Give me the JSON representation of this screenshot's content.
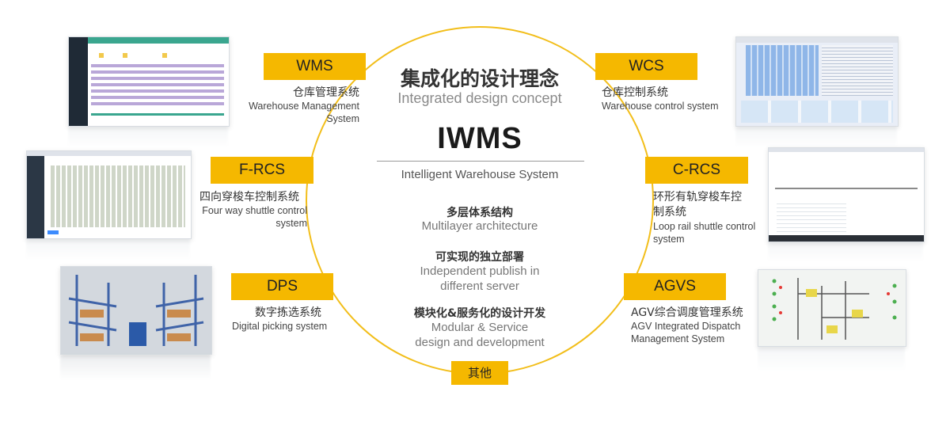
{
  "center": {
    "title_zh": "集成化的设计理念",
    "title_en": "Integrated design concept",
    "product": "IWMS",
    "product_full": "Intelligent Warehouse System",
    "features": [
      {
        "zh": "多层体系结构",
        "en": [
          "Multilayer architecture"
        ]
      },
      {
        "zh": "可实现的独立部署",
        "en": [
          "Independent publish in",
          "different server"
        ]
      },
      {
        "zh": "模块化&服务化的设计开发",
        "en": [
          "Modular & Service",
          "design and development"
        ]
      }
    ],
    "bottom_tag": "其他"
  },
  "modules": {
    "wms": {
      "tag": "WMS",
      "zh": "仓库管理系统",
      "en": [
        "Warehouse Management",
        "System"
      ]
    },
    "wcs": {
      "tag": "WCS",
      "zh": "仓库控制系统",
      "en": [
        "Warehouse control system"
      ]
    },
    "frcs": {
      "tag": "F-RCS",
      "zh": "四向穿梭车控制系统",
      "en": [
        "Four way shuttle control",
        "system"
      ]
    },
    "crcs": {
      "tag": "C-RCS",
      "zh": [
        "环形有轨穿梭车控",
        "制系统"
      ],
      "en": [
        "Loop rail shuttle control",
        "system"
      ]
    },
    "dps": {
      "tag": "DPS",
      "zh": "数字拣选系统",
      "en": [
        "Digital picking system"
      ]
    },
    "agvs": {
      "tag": "AGVS",
      "zh": "AGV综合调度管理系统",
      "en": [
        "AGV Integrated Dispatch",
        "Management System"
      ]
    }
  },
  "colors": {
    "accent": "#f5b800",
    "ring": "#f2be1a",
    "dark_sidebar": "#1f2a36",
    "teal": "#3aa68f"
  }
}
